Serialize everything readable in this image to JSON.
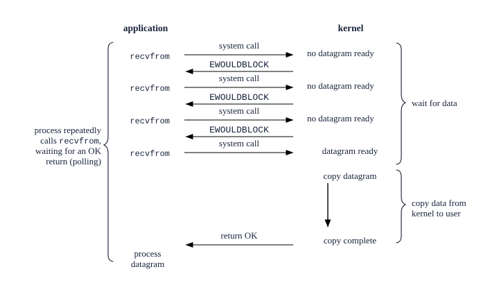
{
  "figure": {
    "background": "#ffffff",
    "ink": "#16213a",
    "headers": {
      "left": "application",
      "right": "kernel"
    },
    "left_annotation": {
      "line1": "process repeatedly",
      "line2_prefix": "calls ",
      "line2_mono": "recvfrom",
      "line2_suffix": ",",
      "line3": "waiting for an OK",
      "line4": "return (polling)"
    },
    "right_annotations": [
      {
        "label": "wait for data"
      },
      {
        "line1": "copy data from",
        "line2": "kernel to user"
      }
    ],
    "app_calls": [
      {
        "label": "recvfrom"
      },
      {
        "label": "recvfrom"
      },
      {
        "label": "recvfrom"
      },
      {
        "label": "recvfrom"
      }
    ],
    "app_final": {
      "line1": "process",
      "line2": "datagram"
    },
    "kernel_states": [
      {
        "label": "no datagram ready"
      },
      {
        "label": "no datagram ready"
      },
      {
        "label": "no datagram ready"
      },
      {
        "label": "datagram ready"
      },
      {
        "label": "copy datagram"
      },
      {
        "label": "copy complete"
      }
    ],
    "arrows": [
      {
        "name": "system-call-1",
        "label": "system call",
        "direction": "right"
      },
      {
        "name": "ewouldblock-1",
        "label": "EWOULDBLOCK",
        "direction": "left",
        "mono": true
      },
      {
        "name": "system-call-2",
        "label": "system call",
        "direction": "right"
      },
      {
        "name": "ewouldblock-2",
        "label": "EWOULDBLOCK",
        "direction": "left",
        "mono": true
      },
      {
        "name": "system-call-3",
        "label": "system call",
        "direction": "right"
      },
      {
        "name": "ewouldblock-3",
        "label": "EWOULDBLOCK",
        "direction": "left",
        "mono": true
      },
      {
        "name": "system-call-4",
        "label": "system call",
        "direction": "right"
      },
      {
        "name": "return-ok",
        "label": "return OK",
        "direction": "left"
      }
    ],
    "copy_arrow": {
      "name": "copy-datagram-arrow",
      "direction": "down"
    }
  }
}
